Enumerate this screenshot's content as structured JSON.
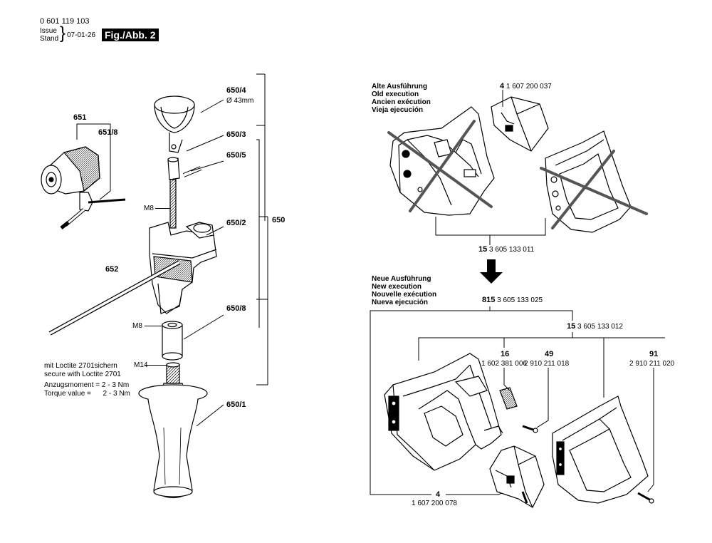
{
  "header": {
    "part_number": "0 601 119 103",
    "issue_label": "Issue",
    "stand_label": "Stand",
    "issue_date": "07-01-26",
    "figure_label": "Fig./Abb. 2"
  },
  "left": {
    "labels": {
      "p651": "651",
      "p651_8": "651/8",
      "p650_4": "650/4",
      "p650_4_dia": "Ø 43mm",
      "p650_3": "650/3",
      "p650_5": "650/5",
      "p650": "650",
      "p650_2": "650/2",
      "p652": "652",
      "p650_8": "650/8",
      "p650_1": "650/1",
      "m8_rod": "M8",
      "m8_nut": "M8",
      "m14": "M14"
    },
    "notes": {
      "loctite_de": "mit Loctite 2701sichern",
      "loctite_en": "secure with Loctite 2701",
      "torque_de": "Anzugsmoment = 2 - 3 Nm",
      "torque_en": "Torque value =      2 - 3 Nm"
    }
  },
  "right": {
    "old_execution": [
      "Alte Ausführung",
      "Old execution",
      "Ancien exécution",
      "Vieja ejecución"
    ],
    "new_execution": [
      "Neue Ausführung",
      "New execution",
      "Nouvelle exécution",
      "Nueva ejecución"
    ],
    "old_switch": {
      "pos": "4",
      "num": "1 607 200 037"
    },
    "old_housing": {
      "pos": "15",
      "num": "3 605 133 011"
    },
    "new_assembly": {
      "pos": "815",
      "num": "3 605 133 025"
    },
    "new_housing": {
      "pos": "15",
      "num": "3 605 133 012"
    },
    "item16": {
      "pos": "16",
      "num": "1 602 381 006"
    },
    "item49": {
      "pos": "49",
      "num": "2 910 211 018"
    },
    "item91": {
      "pos": "91",
      "num": "2 910 211 020"
    },
    "new_switch": {
      "pos": "4",
      "num": "1 607 200 078"
    }
  }
}
